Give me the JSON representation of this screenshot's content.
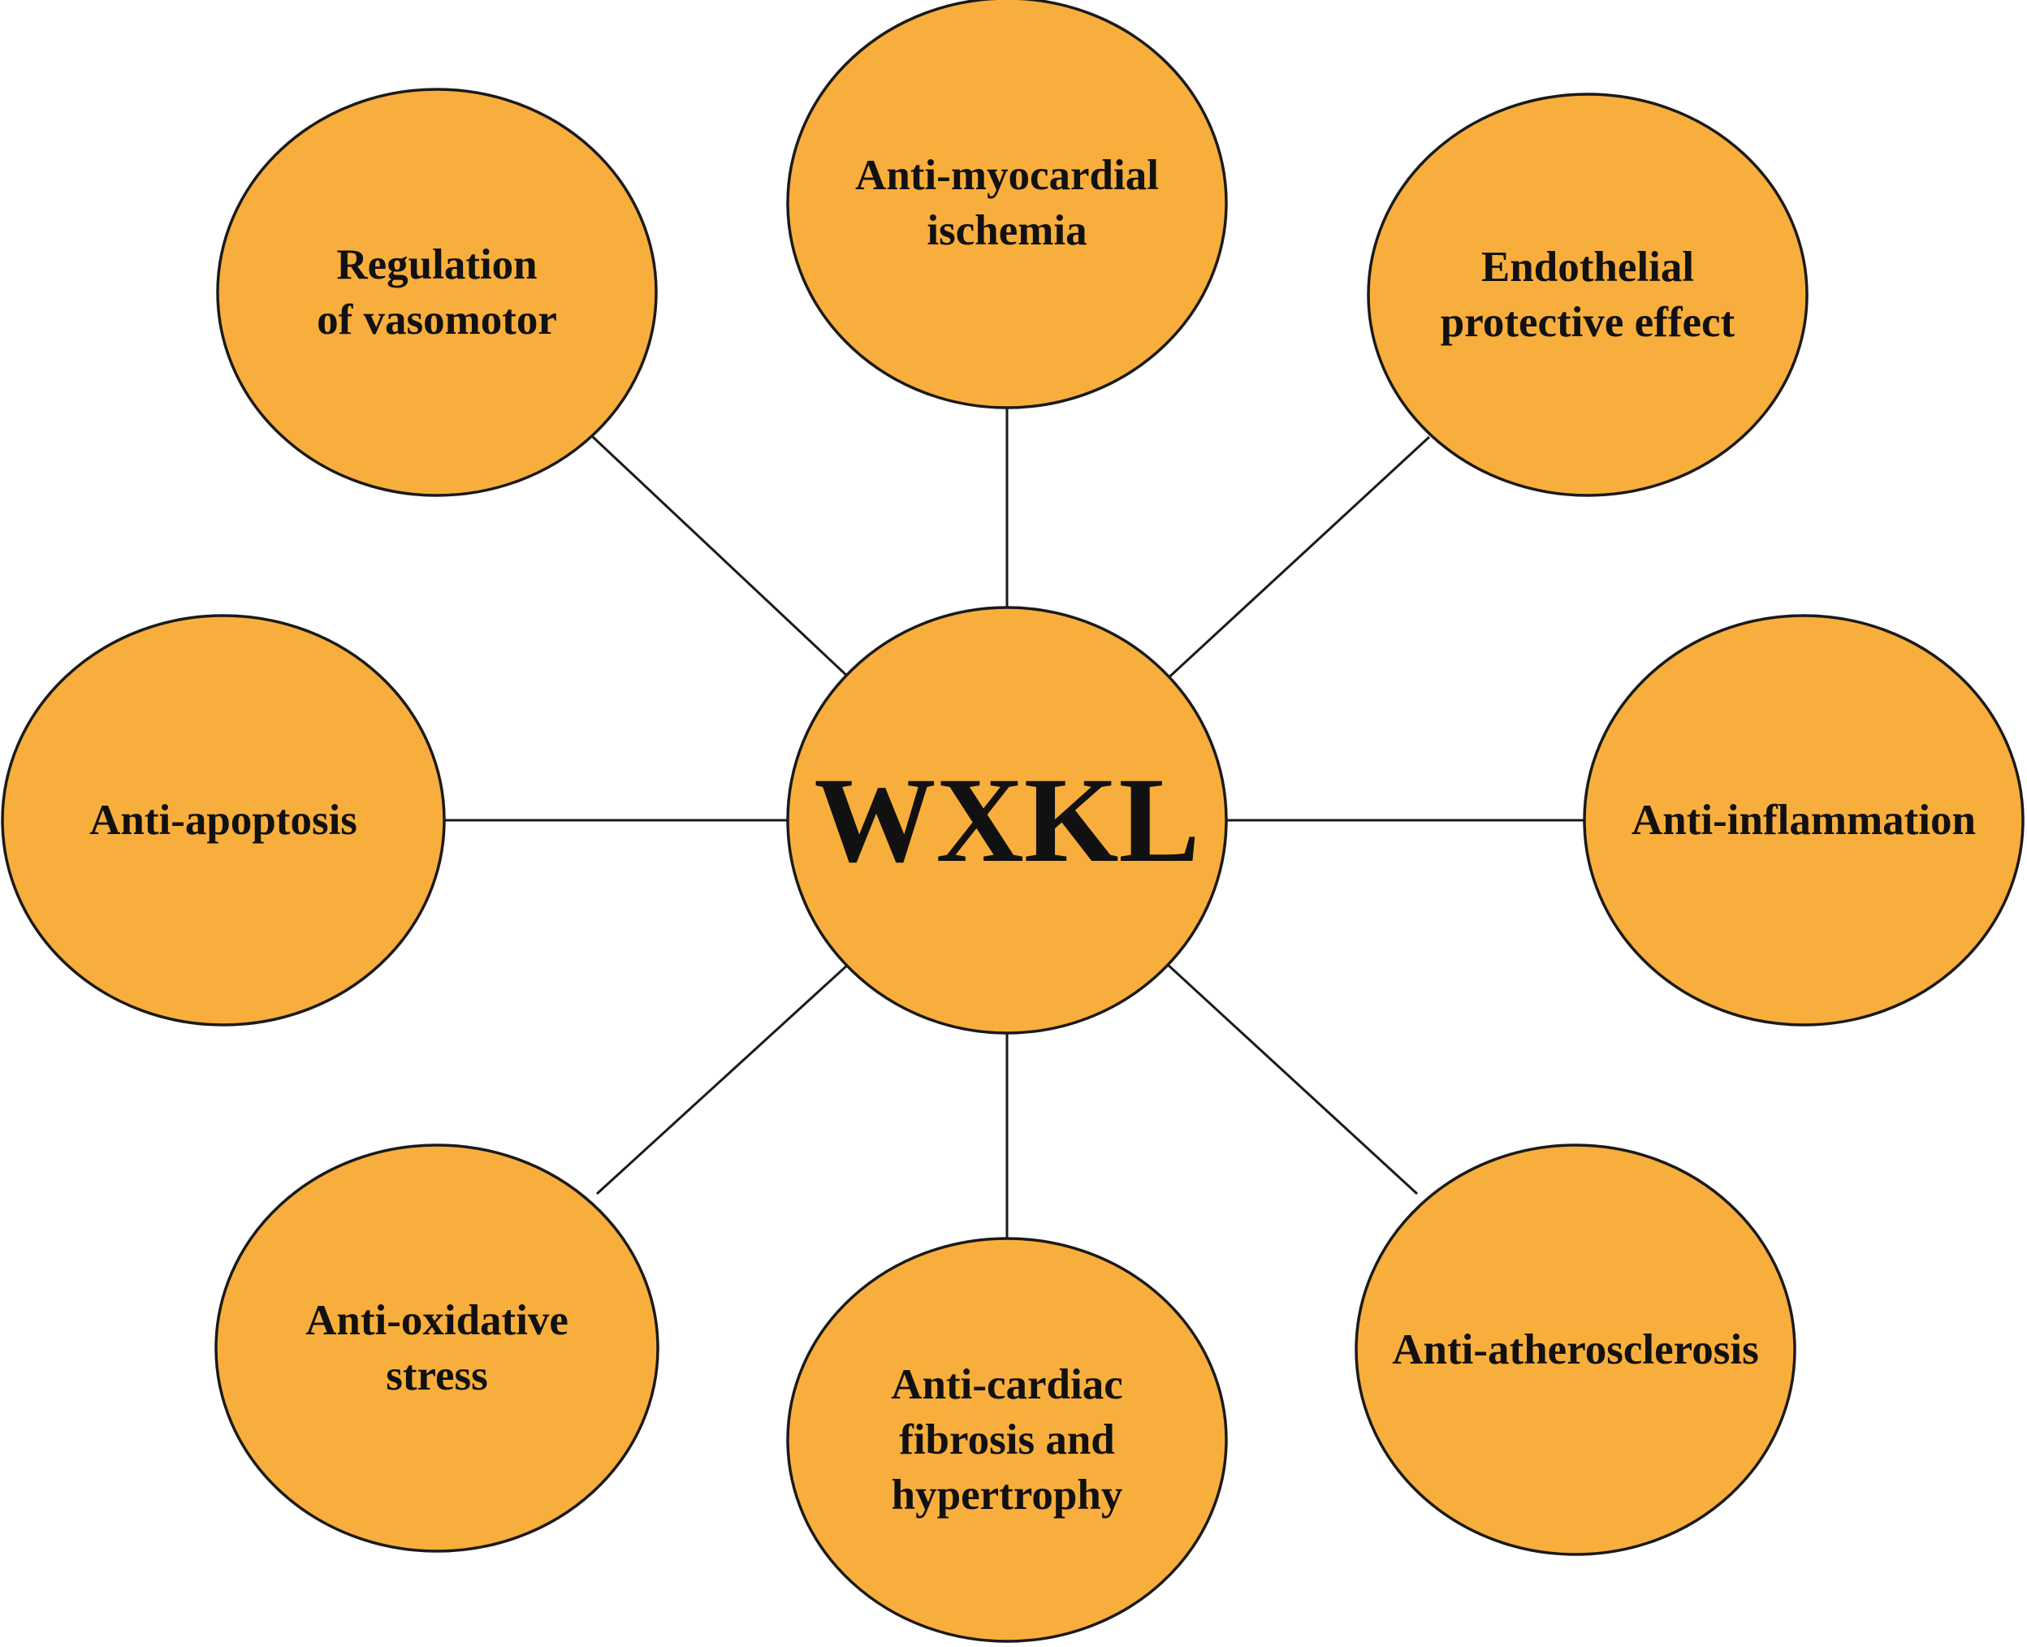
{
  "center": {
    "label": "WXKL"
  },
  "nodes": [
    {
      "id": "anti-myocardial-ischemia",
      "lines": [
        "Anti-myocardial",
        "ischemia"
      ]
    },
    {
      "id": "endothelial-protective-effect",
      "lines": [
        "Endothelial",
        "protective effect"
      ]
    },
    {
      "id": "anti-inflammation",
      "lines": [
        "Anti-inflammation"
      ]
    },
    {
      "id": "anti-atherosclerosis",
      "lines": [
        "Anti-atherosclerosis"
      ]
    },
    {
      "id": "anti-cardiac-fibrosis-and-hypertrophy",
      "lines": [
        "Anti-cardiac",
        "fibrosis and",
        "hypertrophy"
      ]
    },
    {
      "id": "anti-oxidative-stress",
      "lines": [
        "Anti-oxidative",
        "stress"
      ]
    },
    {
      "id": "anti-apoptosis",
      "lines": [
        "Anti-apoptosis"
      ]
    },
    {
      "id": "regulation-of-vasomotor",
      "lines": [
        "Regulation",
        "of vasomotor"
      ]
    }
  ],
  "colors": {
    "node_fill": "#F8AE3C",
    "stroke": "#1a1a1a",
    "text": "#111111",
    "background": "#ffffff"
  }
}
